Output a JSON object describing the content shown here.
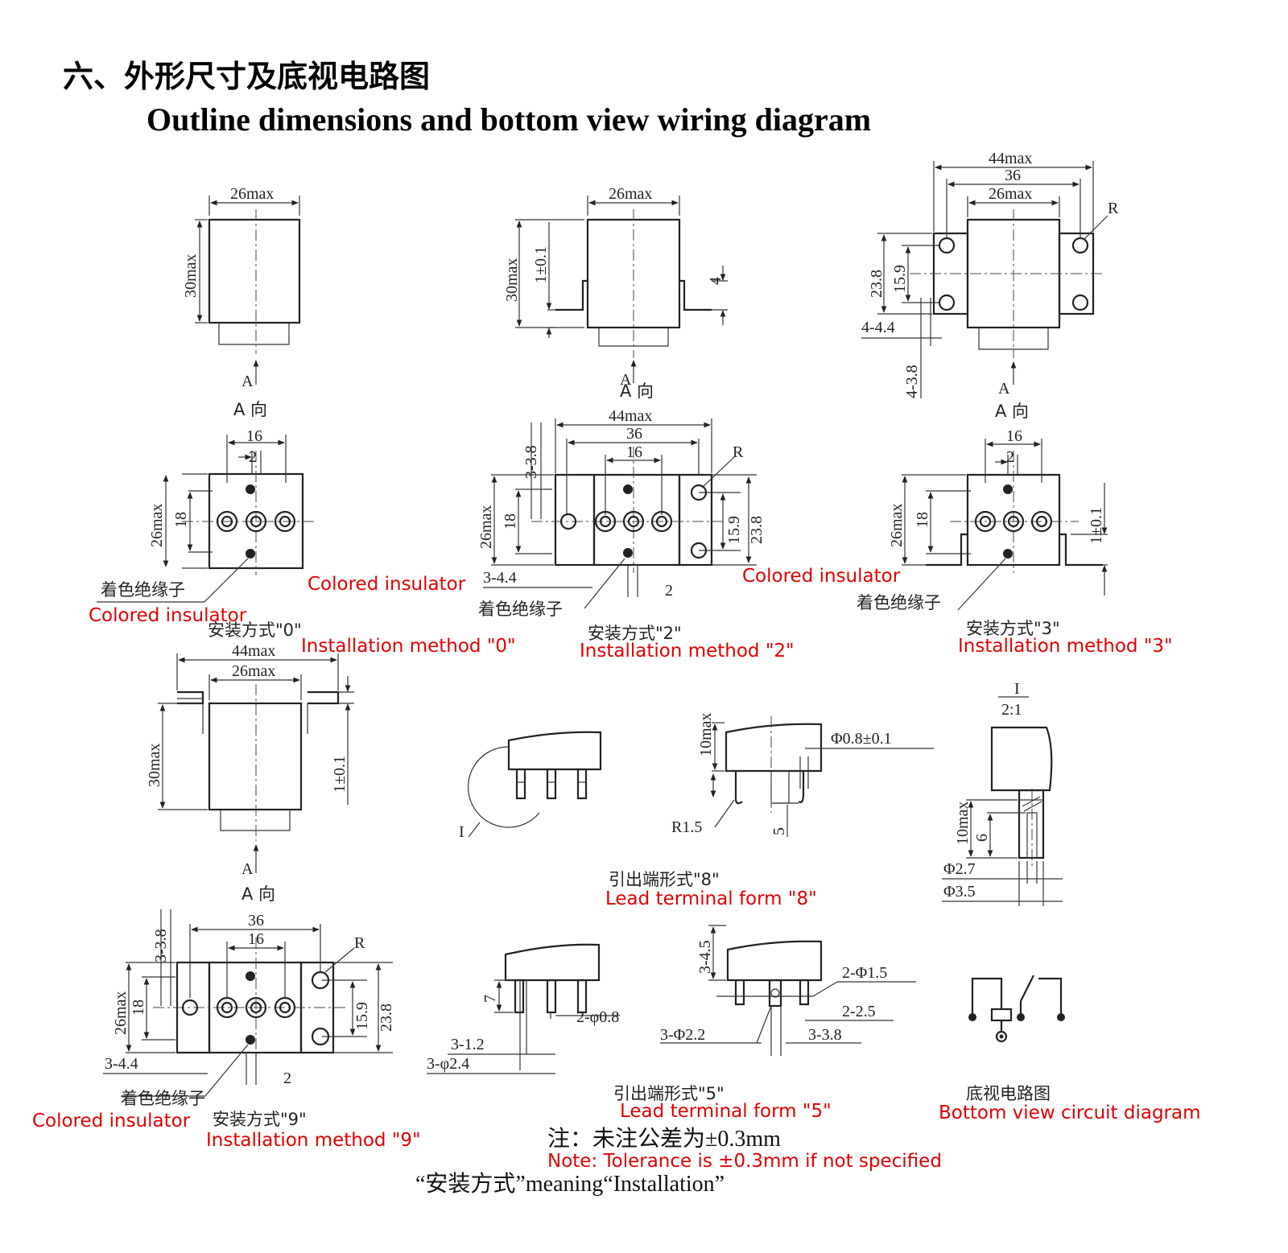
{
  "title": {
    "cn": "六、外形尺寸及底视电路图",
    "en": "Outline dimensions and bottom view wiring diagram"
  },
  "view_label": "A 向",
  "arrow_label": "A",
  "dims": {
    "d26max": "26max",
    "d30max": "30max",
    "d44max": "44max",
    "d36": "36",
    "d16": "16",
    "d2": "2",
    "d18": "18",
    "d23_8": "23.8",
    "d15_9": "15.9",
    "d1pm": "1±0.1",
    "d4": "4",
    "d4_4_4": "4-4.4",
    "d4_3_8": "4-3.8",
    "d3_4_4": "3-4.4",
    "d3_3_8": "3-3.8",
    "dR": "R",
    "d10max": "10max",
    "d6": "6",
    "d5": "5",
    "dR15": "R1.5",
    "dPhi08": "Φ0.8±0.1",
    "dPhi27": "Φ2.7",
    "dPhi35": "Φ3.5",
    "d7": "7",
    "d2phi08": "2-φ0.8",
    "d3_1_2": "3-1.2",
    "d3phi24": "3-φ2.4",
    "d3_4_5": "3-4.5",
    "d2Phi15": "2-Φ1.5",
    "d2_2_5": "2-2.5",
    "d3Phi22": "3-Φ2.2",
    "d3_3_8b": "3-3.8",
    "detailI": "I",
    "scale": "2:1"
  },
  "labels": {
    "colored_cn": "着色绝缘子",
    "colored_en": "Colored insulator",
    "m0_cn": "安装方式\"0\"",
    "m0_en": "Installation method \"0\"",
    "m2_cn": "安装方式\"2\"",
    "m2_en": "Installation method \"2\"",
    "m3_cn": "安装方式\"3\"",
    "m3_en": "Installation method \"3\"",
    "m9_cn": "安装方式\"9\"",
    "m9_en": "Installation method \"9\"",
    "t8_cn": "引出端形式\"8\"",
    "t8_en": "Lead terminal form \"8\"",
    "t5_cn": "引出端形式\"5\"",
    "t5_en": "Lead terminal form \"5\"",
    "circuit_cn": "底视电路图",
    "circuit_en": "Bottom view circuit diagram"
  },
  "notes": {
    "tol_cn": "注：未注公差为±0.3mm",
    "tol_en": "Note: Tolerance is ±0.3mm if not specified",
    "meaning": "“安装方式”meaning“Installation”"
  }
}
